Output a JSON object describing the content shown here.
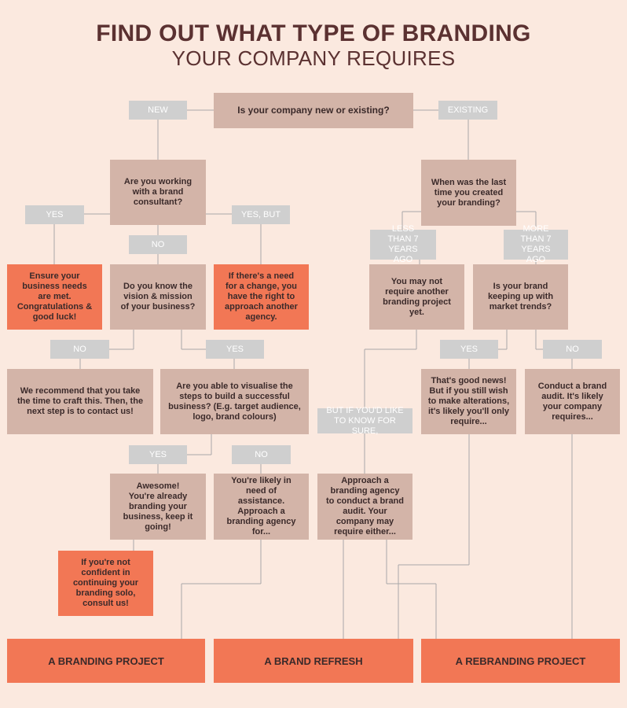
{
  "title": {
    "line1": "FIND OUT WHAT TYPE OF BRANDING",
    "line2": "YOUR COMPANY REQUIRES"
  },
  "questions": {
    "start": "Is your company new or existing?",
    "consultant": "Are you working with a brand consultant?",
    "last_branding": "When was the last time you created your branding?",
    "vision": "Do you know the vision & mission of your business?",
    "visualise": "Are you able to visualise the steps to build a successful business? (E.g. target audience, logo, brand colours)",
    "keeping_up": "Is your brand keeping up with market trends?"
  },
  "answers": {
    "business_needs": "Ensure your business needs are met. Congratulations & good luck!",
    "approach_another": "If there's a need for a change, you have the right to approach another agency.",
    "not_require": "You may not require another branding project yet.",
    "craft": "We recommend that you take the time to craft this. Then, the next step is to contact us!",
    "good_news": "That's good news! But if you still wish to make alterations, it's likely you'll only require...",
    "brand_audit": "Conduct a brand audit. It's likely your company requires...",
    "awesome": "Awesome! You're already branding your business, keep it going!",
    "assistance": "You're likely in need of assistance. Approach a branding agency for...",
    "approach_agency": "Approach a branding agency to conduct a brand audit. Your company may require either...",
    "not_confident": "If you're not confident in continuing your branding solo, consult us!"
  },
  "labels": {
    "new": "NEW",
    "existing": "EXISTING",
    "yes1": "YES",
    "yes_but": "YES, BUT",
    "no1": "NO",
    "less_than": "LESS THAN 7 YEARS AGO",
    "more_than": "MORE THAN 7 YEARS AGO",
    "no2": "NO",
    "yes2": "YES",
    "yes3": "YES",
    "no3": "NO",
    "but_if": "BUT IF YOU'D LIKE TO KNOW FOR SURE,",
    "yes4": "YES",
    "no4": "NO"
  },
  "outcomes": {
    "branding_project": "A BRANDING PROJECT",
    "brand_refresh": "A BRAND REFRESH",
    "rebranding_project": "A REBRANDING PROJECT"
  },
  "colors": {
    "question_box": "#d3b4a8",
    "answer_box": "#f27755",
    "label": "#cfcfcf",
    "line": "#a8a8a8",
    "title": "#5b3131",
    "background": "#fbe9df"
  }
}
